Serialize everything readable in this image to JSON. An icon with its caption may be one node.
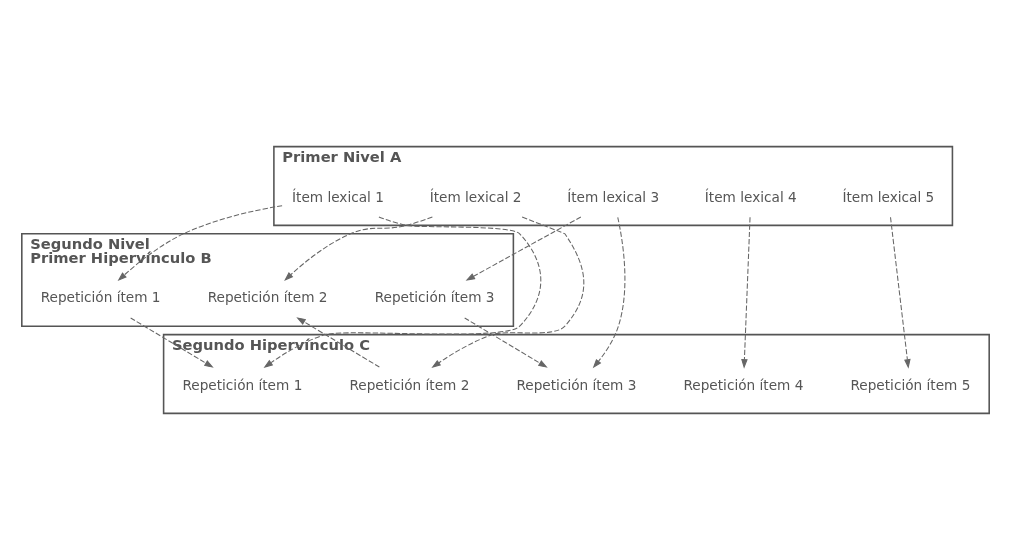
{
  "diagram": {
    "nodes": [
      {
        "text": [
          "Primer Nivel A"
        ]
      },
      {
        "text": [
          "Ítem lexical 1"
        ],
        "in": 0
      },
      {
        "text": [
          "Ítem lexical 2"
        ],
        "in": 0
      },
      {
        "text": [
          "Ítem lexical 3"
        ],
        "in": 0
      },
      {
        "text": [
          "Ítem lexical 4"
        ],
        "in": 0
      },
      {
        "text": [
          "Ítem lexical 5"
        ],
        "in": 0
      },
      {
        "text": [
          "Segundo Nivel",
          "Primer Hipervínculo B"
        ]
      },
      {
        "text": [
          "Repetición ítem 1"
        ],
        "in": 6
      },
      {
        "text": [
          "Repetición ítem 2"
        ],
        "in": 6
      },
      {
        "text": [
          "Repetición ítem 3"
        ],
        "in": 6
      },
      {
        "text": [
          "Segundo Hipervínculo C"
        ]
      },
      {
        "text": [
          "Repetición ítem 2"
        ],
        "in": 10
      },
      {
        "text": [
          "Repetición ítem 1"
        ],
        "in": 10
      },
      {
        "text": [
          "Repetición ítem 4"
        ],
        "in": 10
      },
      {
        "text": [
          "Repetición ítem 3"
        ],
        "in": 10
      },
      {
        "text": [
          "Repetición ítem 5"
        ],
        "in": 10
      }
    ],
    "edges": [
      {
        "from": 1,
        "to": 7,
        "arrow": "to",
        "style": "dashed"
      },
      {
        "from": 1,
        "to": 12,
        "arrow": "to",
        "style": "dashed"
      },
      {
        "from": 2,
        "to": 8,
        "arrow": "to",
        "style": "dashed"
      },
      {
        "from": 2,
        "to": 11,
        "arrow": "to",
        "style": "dashed"
      },
      {
        "from": 3,
        "to": 9,
        "arrow": "to",
        "style": "dashed"
      },
      {
        "from": 3,
        "to": 14,
        "arrow": "to",
        "style": "dashed"
      },
      {
        "from": 4,
        "to": 13,
        "arrow": "to",
        "style": "dashed"
      },
      {
        "from": 5,
        "to": 15,
        "arrow": "to",
        "style": "dashed"
      },
      {
        "from": 7,
        "to": 12,
        "arrow": "to",
        "style": "dashed"
      },
      {
        "from": 11,
        "to": 8,
        "arrow": "to",
        "style": "dashed"
      },
      {
        "from": 9,
        "to": 14,
        "arrow": "to",
        "style": "dashed"
      }
    ]
  }
}
